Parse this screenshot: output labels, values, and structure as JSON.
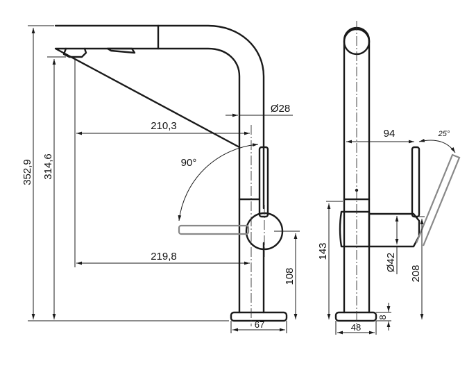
{
  "dimensions": {
    "total_height": "352,9",
    "spout_height": "314,6",
    "spout_reach": "210,3",
    "spout_diameter": "Ø28",
    "lever_angle": "90°",
    "lever_reach": "219,8",
    "lever_height": "108",
    "base_width_front": "67",
    "handle_offset": "94",
    "side_angle": "25°",
    "body_height": "143",
    "body_diameter": "Ø42",
    "lever_height_side": "208",
    "base_width_side": "48",
    "base_height": "8"
  }
}
